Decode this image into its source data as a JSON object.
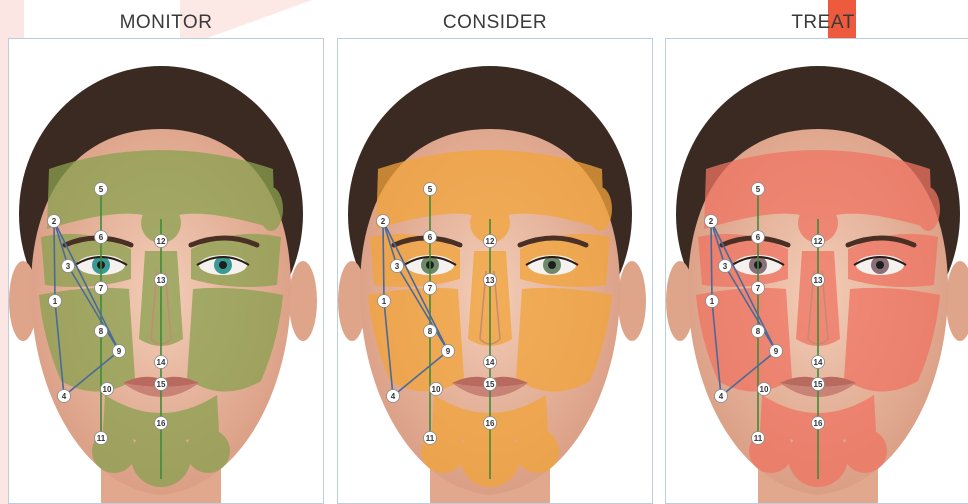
{
  "panels": [
    {
      "id": "monitor",
      "title": "MONITOR",
      "overlay_color": "#8aa14f",
      "eye_iris": "#3a9a95"
    },
    {
      "id": "consider",
      "title": "CONSIDER",
      "overlay_color": "#f2a43a",
      "eye_iris": "#6f8a6a"
    },
    {
      "id": "treat",
      "title": "TREAT",
      "overlay_color": "#ef7462",
      "eye_iris": "#8a6f7a"
    }
  ],
  "point_labels": [
    "1",
    "2",
    "3",
    "4",
    "5",
    "6",
    "7",
    "8",
    "9",
    "10",
    "11",
    "12",
    "13",
    "14",
    "15",
    "16"
  ],
  "colors": {
    "skin": "#e9b9a0",
    "hair": "#3a2a22",
    "line_green": "#3e8a3a",
    "line_blue": "#4a6a9a",
    "accent_red": "#e8482e",
    "accent_pink": "#fbe3e1"
  }
}
